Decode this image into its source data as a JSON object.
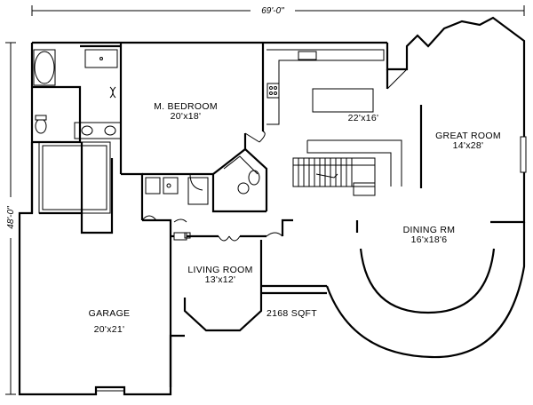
{
  "plan": {
    "overall_width": "69'-0\"",
    "overall_depth": "48'-0\"",
    "total_area": "2168 SQFT",
    "rooms": {
      "master_bedroom": {
        "name": "M. BEDROOM",
        "size": "20'x18'"
      },
      "kitchen": {
        "size": "22'x16'"
      },
      "great_room": {
        "name": "GREAT ROOM",
        "size": "14'x28'"
      },
      "dining_room": {
        "name": "DINING RM",
        "size": "16'x18'6"
      },
      "living_room": {
        "name": "LIVING ROOM",
        "size": "13'x12'"
      },
      "garage": {
        "name": "GARAGE",
        "size": "20'x21'"
      }
    }
  }
}
